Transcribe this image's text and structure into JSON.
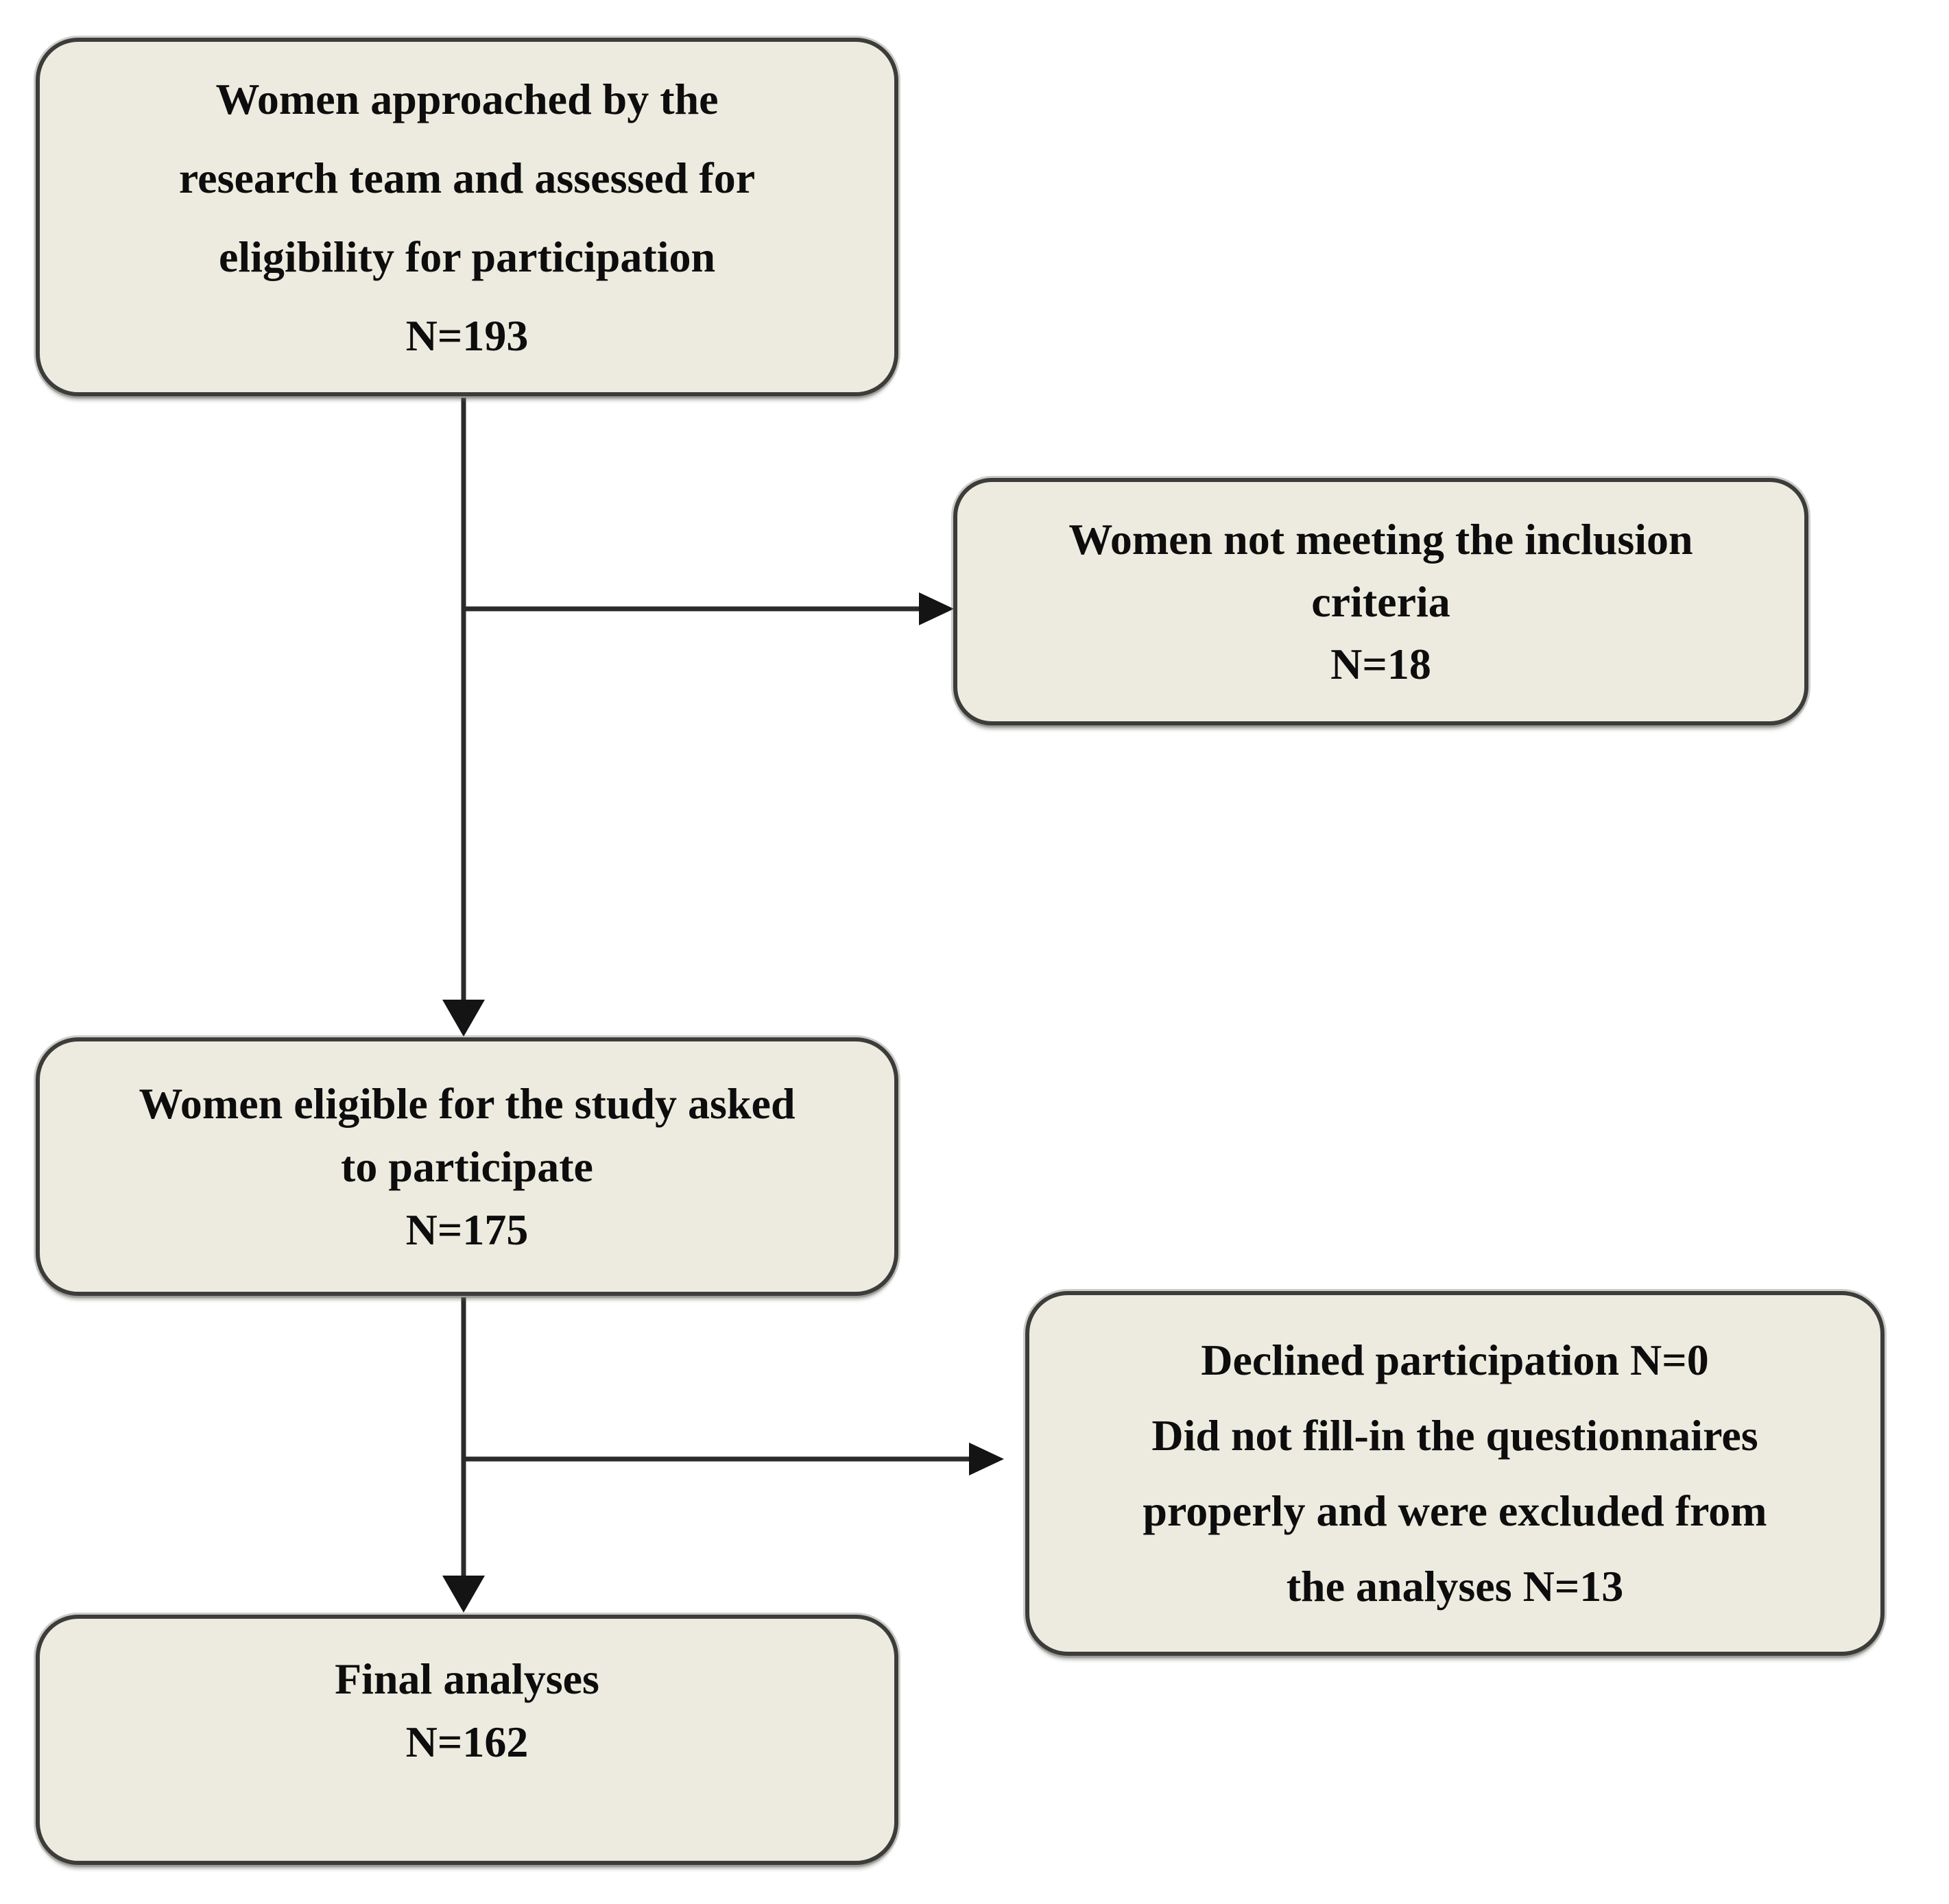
{
  "diagram_type": "participant-flow-chart",
  "boxes": [
    {
      "id": "approached",
      "n": 193,
      "lines": [
        "Women approached by the",
        "research team and assessed for",
        "eligibility for participation",
        "N=193"
      ]
    },
    {
      "id": "not-meeting-criteria",
      "n": 18,
      "lines": [
        "Women not meeting the inclusion",
        "criteria",
        "N=18"
      ]
    },
    {
      "id": "eligible",
      "n": 175,
      "lines": [
        "Women eligible for the study asked",
        "to participate",
        "N=175"
      ]
    },
    {
      "id": "declined-excluded",
      "n": 13,
      "lines": [
        "Declined participation N=0",
        "Did not fill-in the questionnaires",
        "properly and were excluded from",
        "the analyses N=13"
      ]
    },
    {
      "id": "final-analyses",
      "n": 162,
      "lines": [
        "Final analyses",
        "N=162"
      ]
    }
  ],
  "colors": {
    "background": "#ffffff",
    "box_fill": "#edebdf",
    "box_border": "#3c3c3a",
    "arrow": "#2b2b2b",
    "text": "#0d0d0d"
  }
}
